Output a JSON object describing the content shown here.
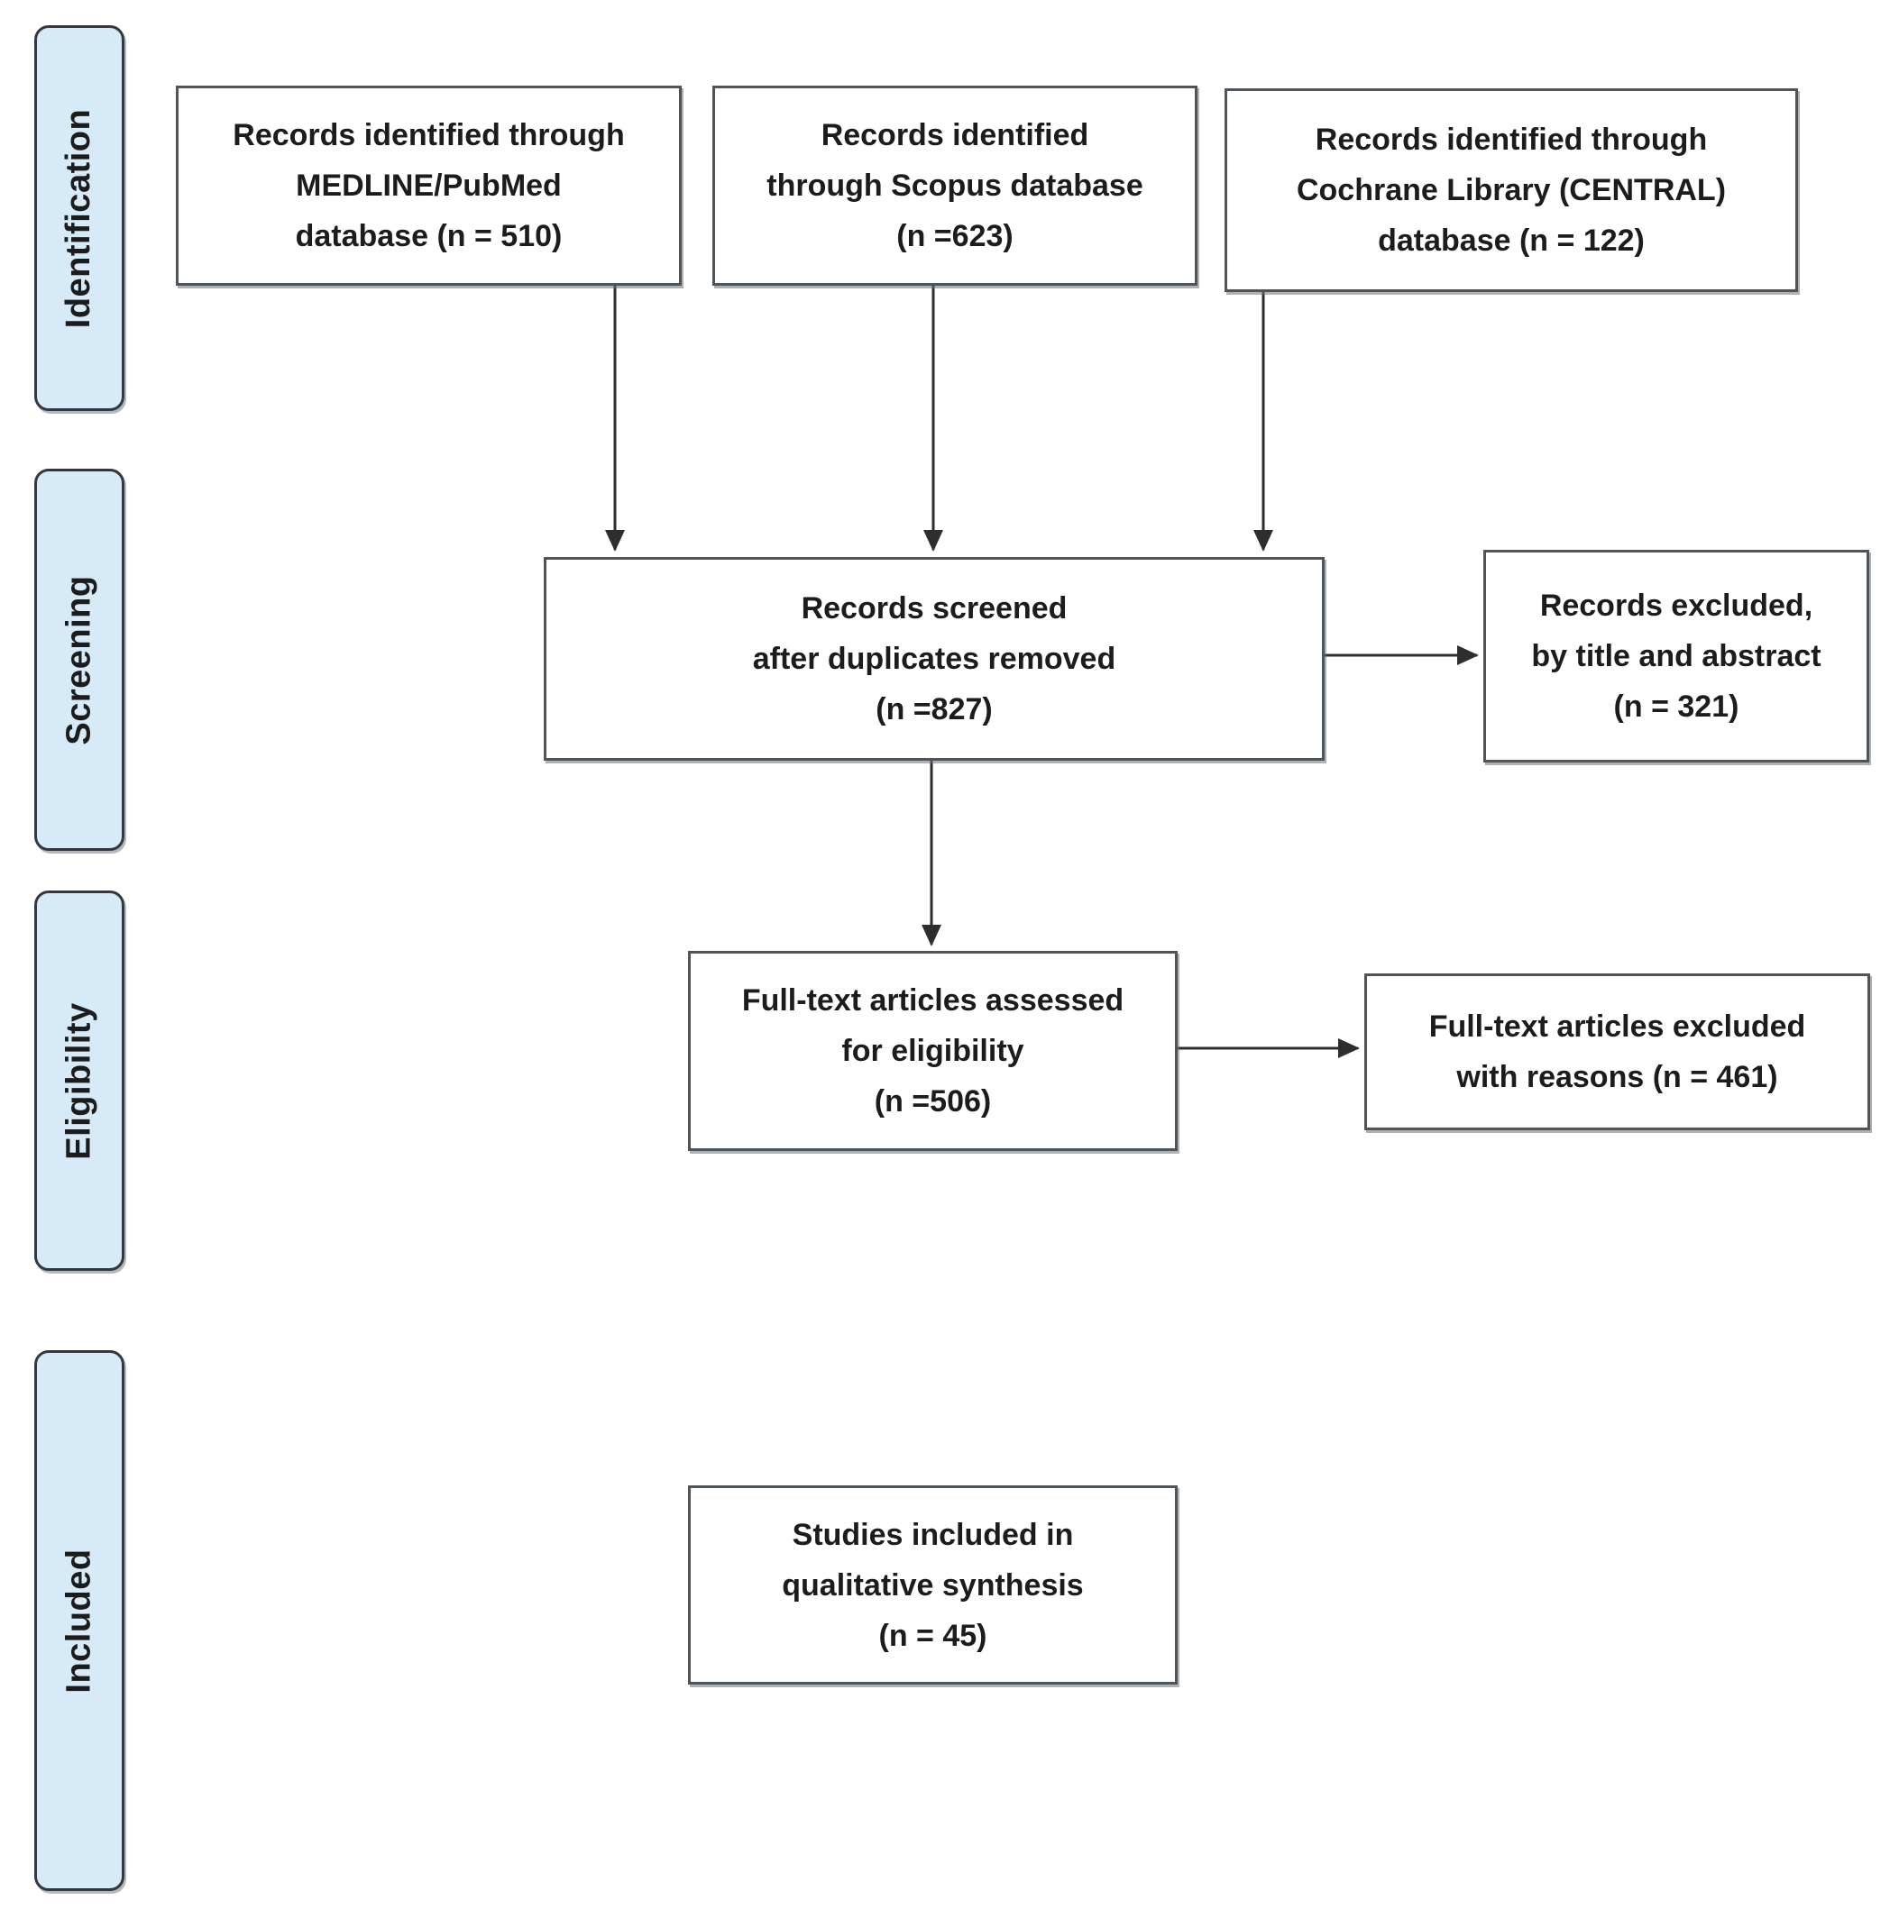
{
  "sidebar": {
    "stages": [
      {
        "label": "Identification"
      },
      {
        "label": "Screening"
      },
      {
        "label": "Eligibility"
      },
      {
        "label": "Included"
      }
    ]
  },
  "boxes": {
    "medline": {
      "text": "Records identified through\nMEDLINE/PubMed\ndatabase (n = 510)",
      "n": 510
    },
    "scopus": {
      "text": "Records identified\nthrough Scopus database\n(n =623)",
      "n": 623
    },
    "cochrane": {
      "text": "Records identified through\nCochrane Library (CENTRAL)\ndatabase (n = 122)",
      "n": 122
    },
    "screened": {
      "text": "Records screened\nafter duplicates removed\n(n =827)",
      "n": 827
    },
    "records_excluded": {
      "text": "Records excluded,\nby title and abstract\n(n = 321)",
      "n": 321
    },
    "fulltext_assessed": {
      "text": "Full-text articles assessed\nfor eligibility\n(n =506)",
      "n": 506
    },
    "fulltext_excluded": {
      "text": "Full-text articles excluded\nwith reasons (n = 461)",
      "n": 461
    },
    "studies_included": {
      "text": "Studies included in\nqualitative synthesis\n(n = 45)",
      "n": 45
    }
  },
  "colors": {
    "background": "#ffffff",
    "stage-fill": "#d6eaf8",
    "stage-border": "#32383d",
    "box-border": "#4e5458",
    "arrow": "#2e2e2e",
    "text": "#1c1c1c"
  }
}
